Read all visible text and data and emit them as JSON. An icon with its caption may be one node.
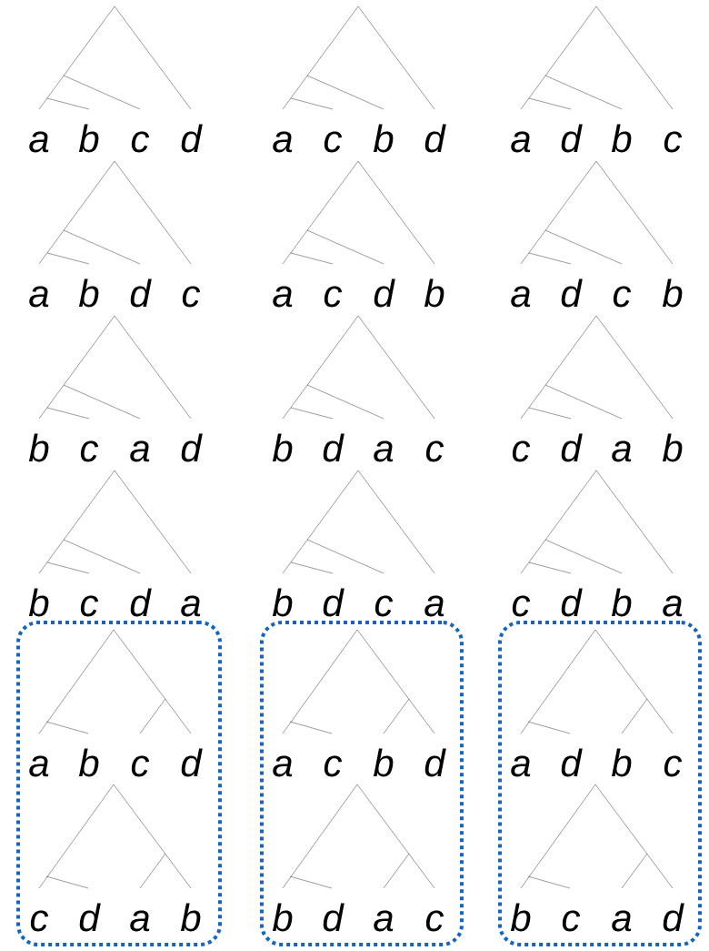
{
  "diagram": {
    "nodes": [
      {
        "text": [],
        "shape": "box"
      },
      {
        "text": [],
        "shape": "box"
      },
      {
        "text": [],
        "shape": "box"
      }
    ],
    "labels": [
      "a",
      "b",
      "c",
      "d",
      "a",
      "c",
      "b",
      "d",
      "a",
      "d",
      "b",
      "c",
      "a",
      "b",
      "d",
      "c",
      "a",
      "c",
      "d",
      "b",
      "a",
      "d",
      "c",
      "b",
      "b",
      "c",
      "a",
      "d",
      "b",
      "d",
      "a",
      "c",
      "c",
      "d",
      "a",
      "b",
      "b",
      "c",
      "d",
      "a",
      "b",
      "d",
      "c",
      "a",
      "c",
      "d",
      "b",
      "a",
      "a",
      "b",
      "c",
      "d",
      "a",
      "c",
      "b",
      "d",
      "a",
      "d",
      "b",
      "c",
      "c",
      "d",
      "a",
      "b",
      "b",
      "d",
      "a",
      "c",
      "b",
      "c",
      "a",
      "d"
    ]
  }
}
